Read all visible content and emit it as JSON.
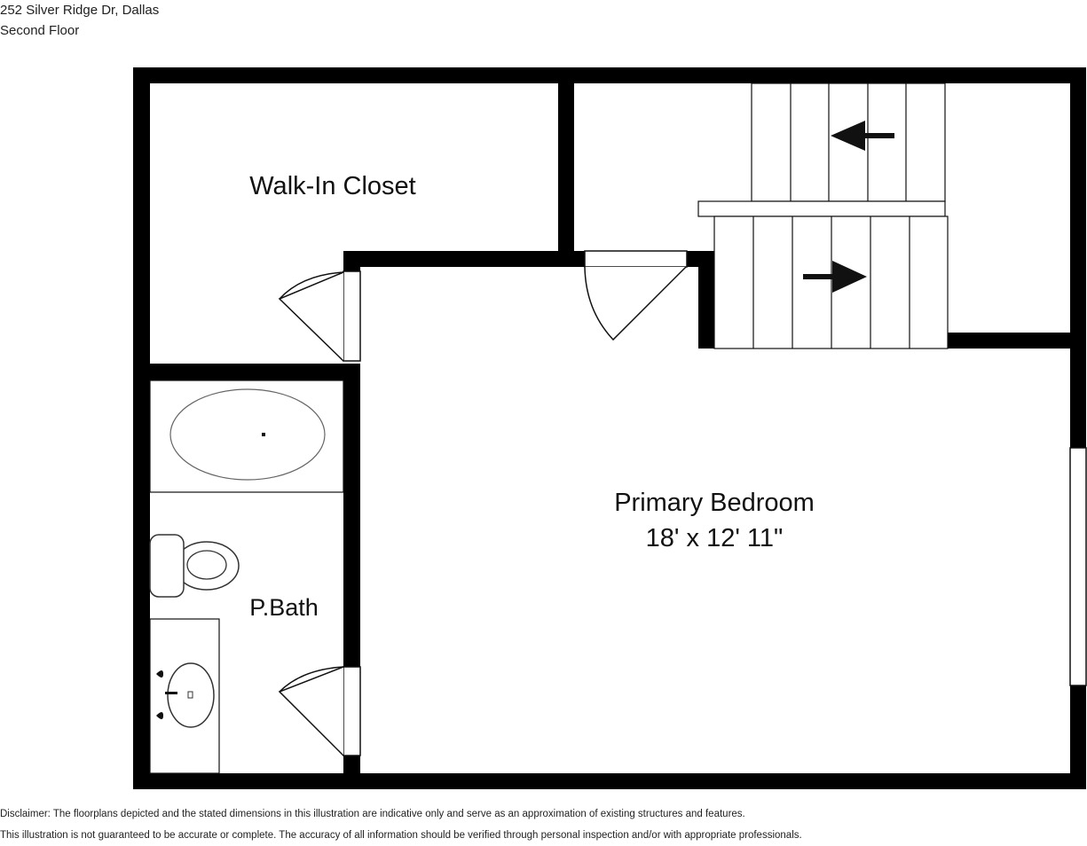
{
  "header": {
    "address": "252 Silver Ridge Dr, Dallas",
    "floor": "Second Floor"
  },
  "rooms": {
    "walk_in_closet": {
      "name": "Walk-In Closet"
    },
    "primary_bedroom": {
      "name": "Primary Bedroom",
      "dimensions": "18' x 12' 11\""
    },
    "primary_bath": {
      "name": "P.Bath"
    }
  },
  "disclaimer": {
    "line1": "Disclaimer: The floorplans depicted and the stated dimensions in this illustration are indicative only and serve as an approximation of existing structures and features.",
    "line2": "This illustration is not guaranteed to be accurate or complete. The accuracy of all information should be verified through personal inspection and/or with appropriate professionals."
  },
  "colors": {
    "wall": "#000000",
    "line": "#111111",
    "fixture_stroke": "#555555",
    "background": "#ffffff"
  },
  "icons": [
    "stair-arrow-left-icon",
    "stair-arrow-right-icon",
    "door-swing-icon",
    "bathtub-icon",
    "toilet-icon",
    "sink-icon",
    "window-icon"
  ]
}
